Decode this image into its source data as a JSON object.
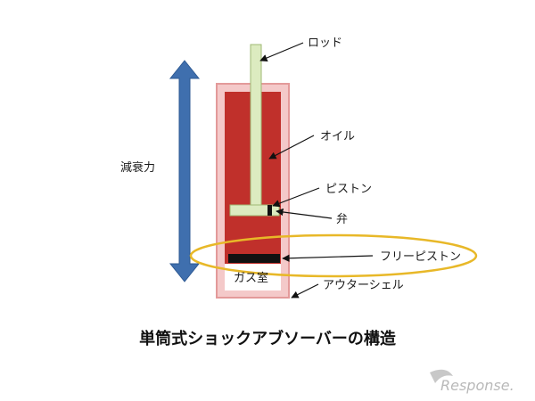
{
  "labels": {
    "rod": "ロッド",
    "oil": "オイル",
    "piston": "ピストン",
    "valve": "弁",
    "free_piston": "フリーピストン",
    "outer_shell": "アウターシェル",
    "gas_chamber": "ガス室",
    "damping_force": "減衰力"
  },
  "title": "単筒式ショックアブソーバーの構造",
  "watermark": "Response.",
  "colors": {
    "outer_shell_fill": "#f4c9c9",
    "outer_shell_stroke": "#e39a9a",
    "oil": "#c0302b",
    "rod_fill": "#dcebc0",
    "rod_stroke": "#9fb873",
    "arrow": "#3f6fae",
    "ellipse": "#e8b828",
    "free_piston": "#111111",
    "watermark": "#b9b9b9"
  },
  "icons": {
    "damping_arrow": "double-headed-vertical-arrow",
    "watermark_logo": "response-swoosh"
  }
}
